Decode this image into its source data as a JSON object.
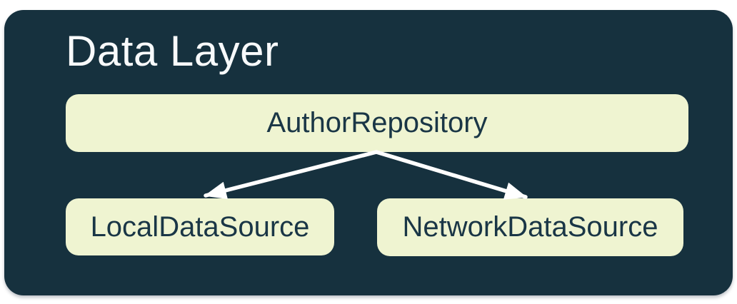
{
  "diagram": {
    "title": "Data Layer",
    "nodes": {
      "repository": {
        "label": "AuthorRepository"
      },
      "local": {
        "label": "LocalDataSource"
      },
      "network": {
        "label": "NetworkDataSource"
      }
    },
    "edges": [
      {
        "from": "AuthorRepository",
        "to": "LocalDataSource",
        "style": "arrow"
      },
      {
        "from": "AuthorRepository",
        "to": "NetworkDataSource",
        "style": "arrow"
      }
    ],
    "colors": {
      "container_background": "#16313e",
      "node_background": "#eff4d1",
      "node_text": "#1a3646",
      "title_text": "#f8fafb",
      "arrow": "#ffffff",
      "page_background": "#ffffff"
    }
  }
}
